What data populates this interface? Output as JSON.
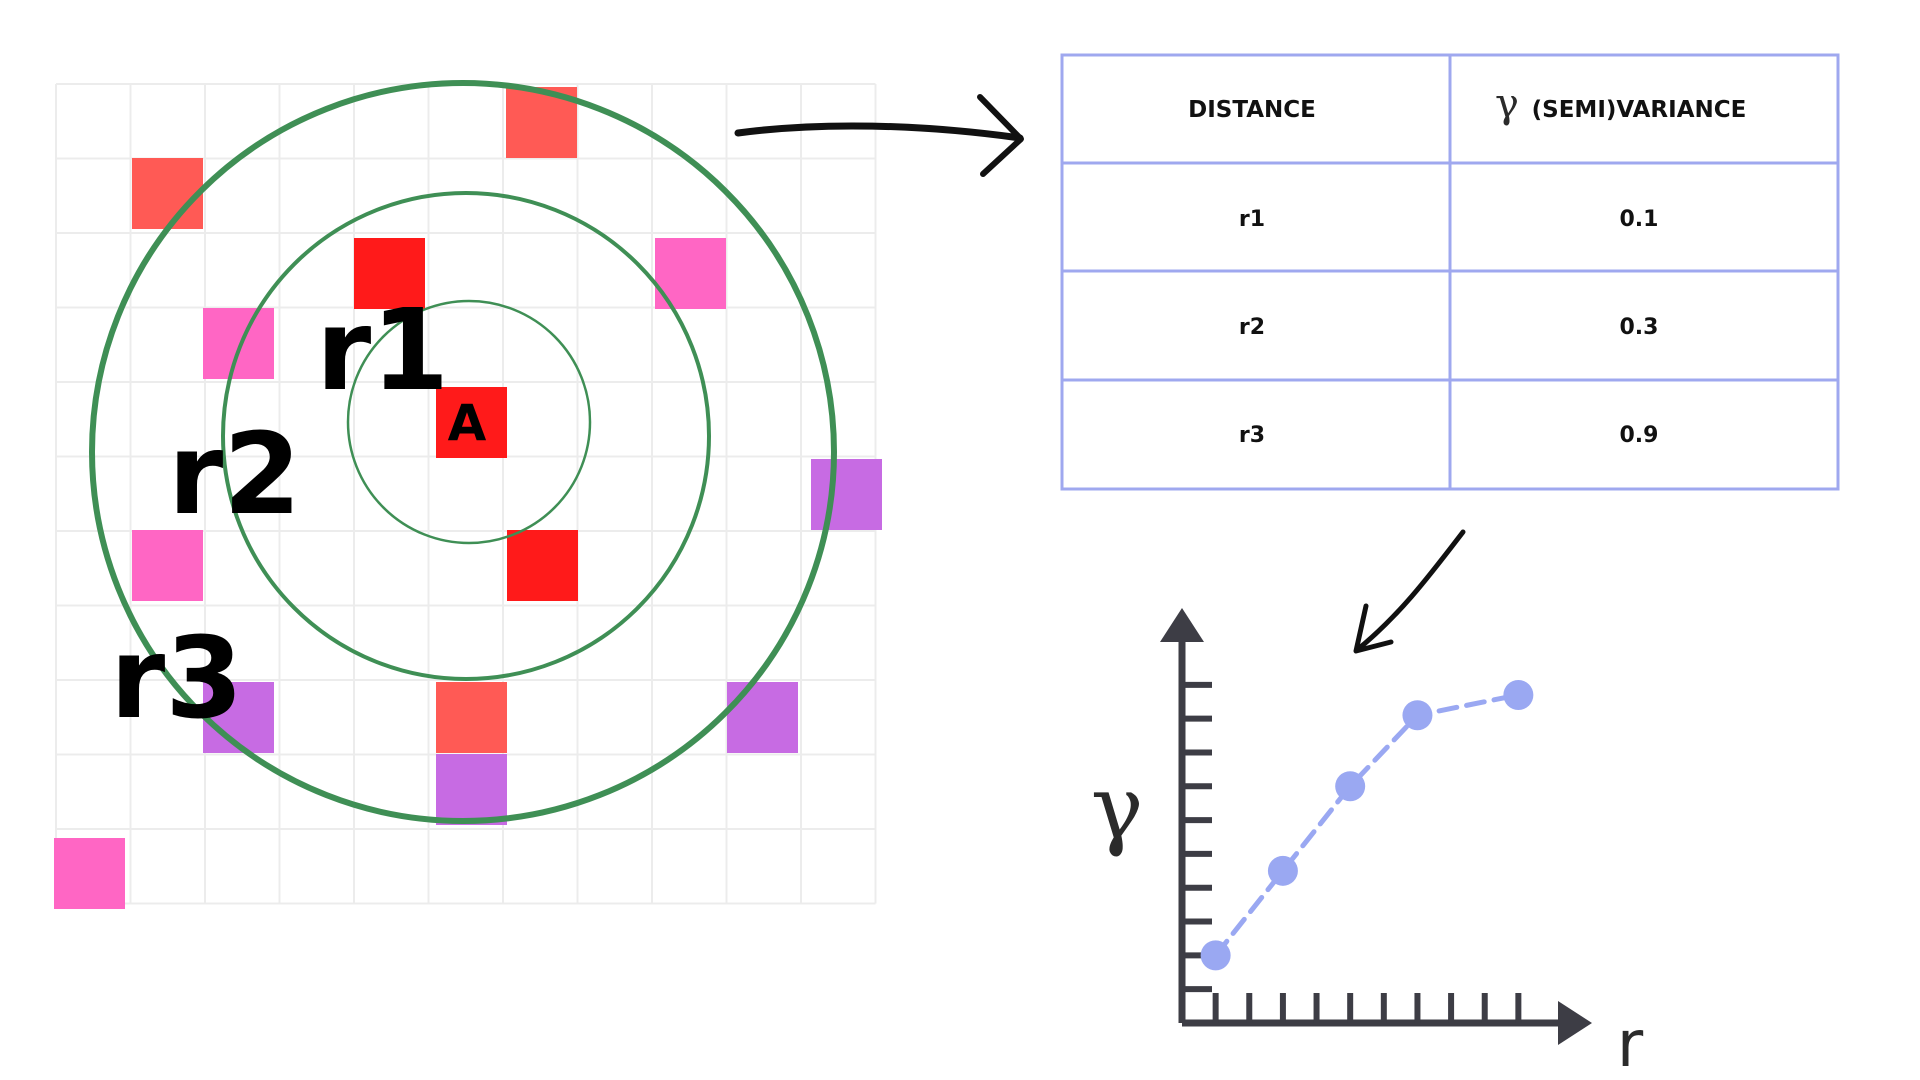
{
  "colors": {
    "ring": "#3f8f55",
    "grid": "#ececec",
    "table_border": "#9fa8ef",
    "axis": "#3d3d45",
    "curve": "#9aa8f2",
    "cell_red": "#ff1a1a",
    "cell_salmon": "#ff5a55",
    "cell_pink": "#ff66c4",
    "cell_purple": "#c76be3"
  },
  "grid_cells": [
    {
      "id": "top-right-salmon",
      "color": "salmon"
    },
    {
      "id": "top-left-salmon",
      "color": "salmon"
    },
    {
      "id": "upper-red",
      "color": "red"
    },
    {
      "id": "upper-right-pink",
      "color": "pink"
    },
    {
      "id": "left-pink",
      "color": "pink"
    },
    {
      "id": "center-red",
      "color": "red"
    },
    {
      "id": "right-purple",
      "color": "purple"
    },
    {
      "id": "lower-left-pink",
      "color": "pink"
    },
    {
      "id": "lower-red",
      "color": "red"
    },
    {
      "id": "bottom-left-purple",
      "color": "purple"
    },
    {
      "id": "bottom-salmon",
      "color": "salmon"
    },
    {
      "id": "bottom-right-purple",
      "color": "purple"
    },
    {
      "id": "bottom-purple",
      "color": "purple"
    },
    {
      "id": "far-bottom-left-pink",
      "color": "pink"
    }
  ],
  "labels": {
    "center": "A",
    "ring1": "r1",
    "ring2": "r2",
    "ring3": "r3"
  },
  "table": {
    "header_distance": "DISTANCE",
    "header_gamma_symbol": "γ",
    "header_variance": "(SEMI)VARIANCE",
    "rows": [
      {
        "distance": "r1",
        "value": "0.1"
      },
      {
        "distance": "r2",
        "value": "0.3"
      },
      {
        "distance": "r3",
        "value": "0.9"
      }
    ]
  },
  "variogram": {
    "y_label": "γ",
    "x_label": "r"
  },
  "chart_data": {
    "type": "line",
    "title": "",
    "xlabel": "r",
    "ylabel": "γ",
    "grid": false,
    "x": [
      1,
      3,
      5,
      7,
      10
    ],
    "series": [
      {
        "values": [
          2,
          4.5,
          7,
          9.1,
          9.7
        ]
      }
    ],
    "xlim": [
      0,
      11
    ],
    "ylim": [
      0,
      11
    ],
    "line_style": "dashed",
    "color": "#9aa8f2"
  }
}
